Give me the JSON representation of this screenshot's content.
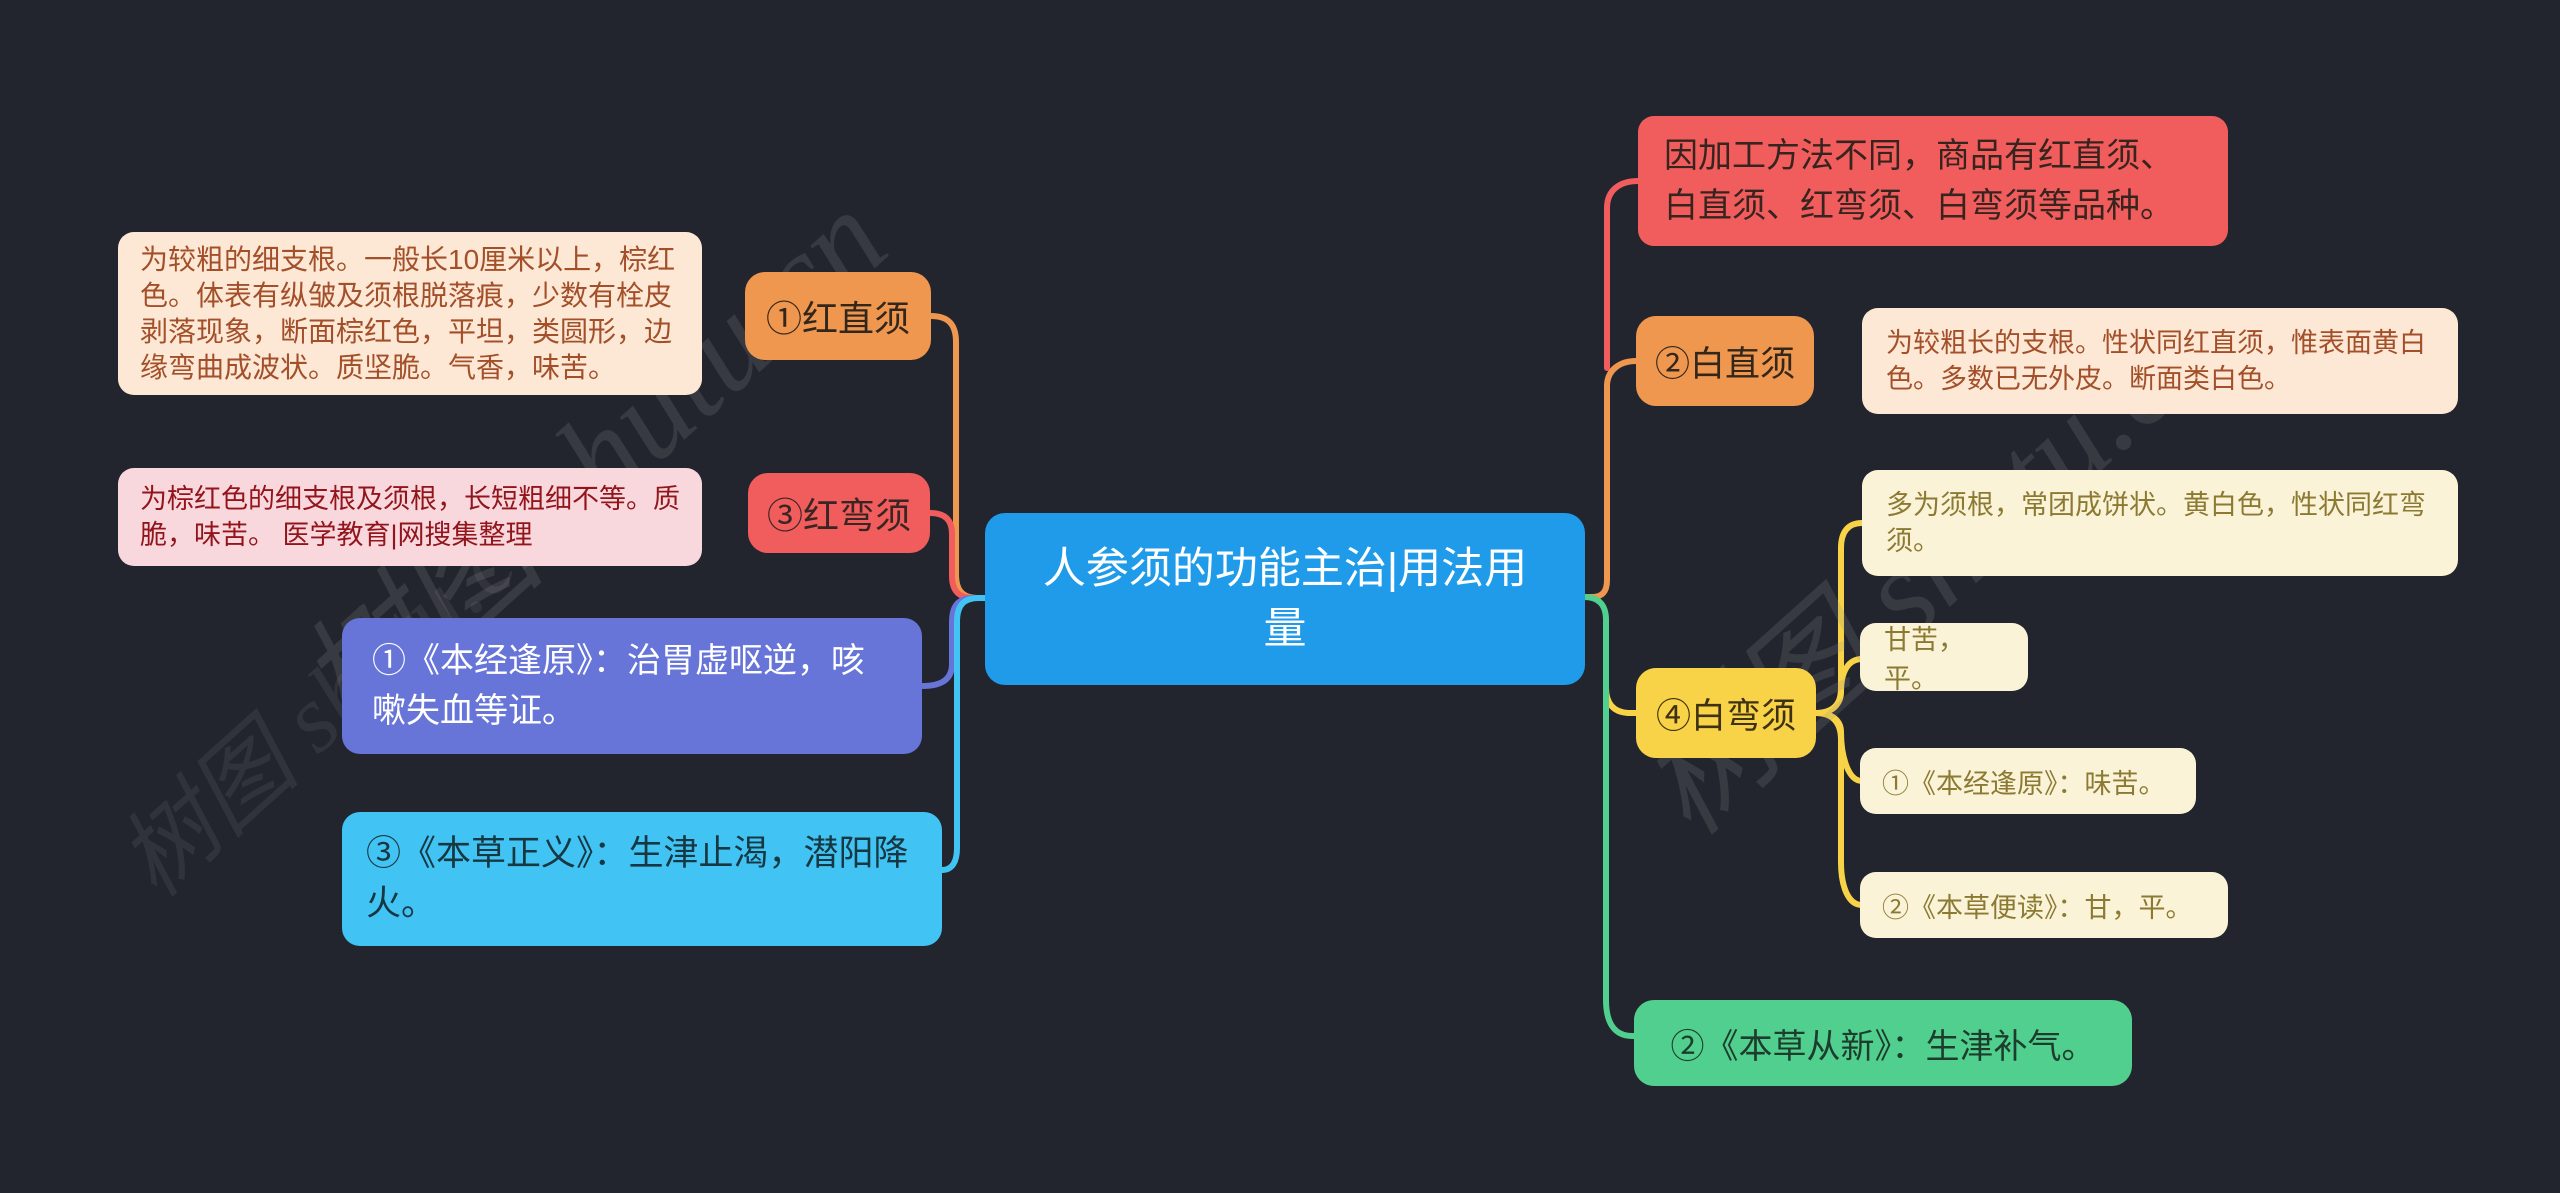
{
  "watermark": {
    "text": "树图 shutu.cn"
  },
  "colors": {
    "background": "#22252E",
    "center_blue": "#1F9BE9",
    "orange": "#EF974F",
    "red": "#F15D5D",
    "purple": "#6775D8",
    "light_blue": "#41C4F3",
    "yellow": "#F8D247",
    "green": "#50CF8E",
    "cream": "#FCE8D5",
    "pink": "#F9D8DD",
    "light_yellow": "#FAF3D8"
  },
  "center": {
    "label": "人参须的功能主治|用法用量"
  },
  "left": {
    "branch_red_straight": {
      "label": "①红直须",
      "detail": "为较粗的细支根。一般长10厘米以上，棕红色。体表有纵皱及须根脱落痕，少数有栓皮剥落现象，断面棕红色，平坦，类圆形，边缘弯曲成波状。质坚脆。气香，味苦。"
    },
    "branch_red_curved": {
      "label": "③红弯须",
      "detail": "为棕红色的细支根及须根，长短粗细不等。质脆，味苦。 医学教育|网搜集整理"
    },
    "note_benjingfengyuan": "①《本经逢原》：治胃虚呕逆，咳嗽失血等证。",
    "note_bencaozhengyi": "③《本草正义》：生津止渴，潜阳降火。"
  },
  "right": {
    "intro": "因加工方法不同，商品有红直须、白直须、红弯须、白弯须等品种。",
    "branch_white_straight": {
      "label": "②白直须",
      "detail": "为较粗长的支根。性状同红直须，惟表面黄白色。多数已无外皮。断面类白色。"
    },
    "branch_white_curved": {
      "label": "④白弯须",
      "details": [
        "多为须根，常团成饼状。黄白色，性状同红弯须。",
        "甘苦，平。",
        "①《本经逢原》：味苦。",
        "②《本草便读》：甘，平。"
      ]
    },
    "note_bencaocongxin": "②《本草从新》：生津补气。"
  }
}
